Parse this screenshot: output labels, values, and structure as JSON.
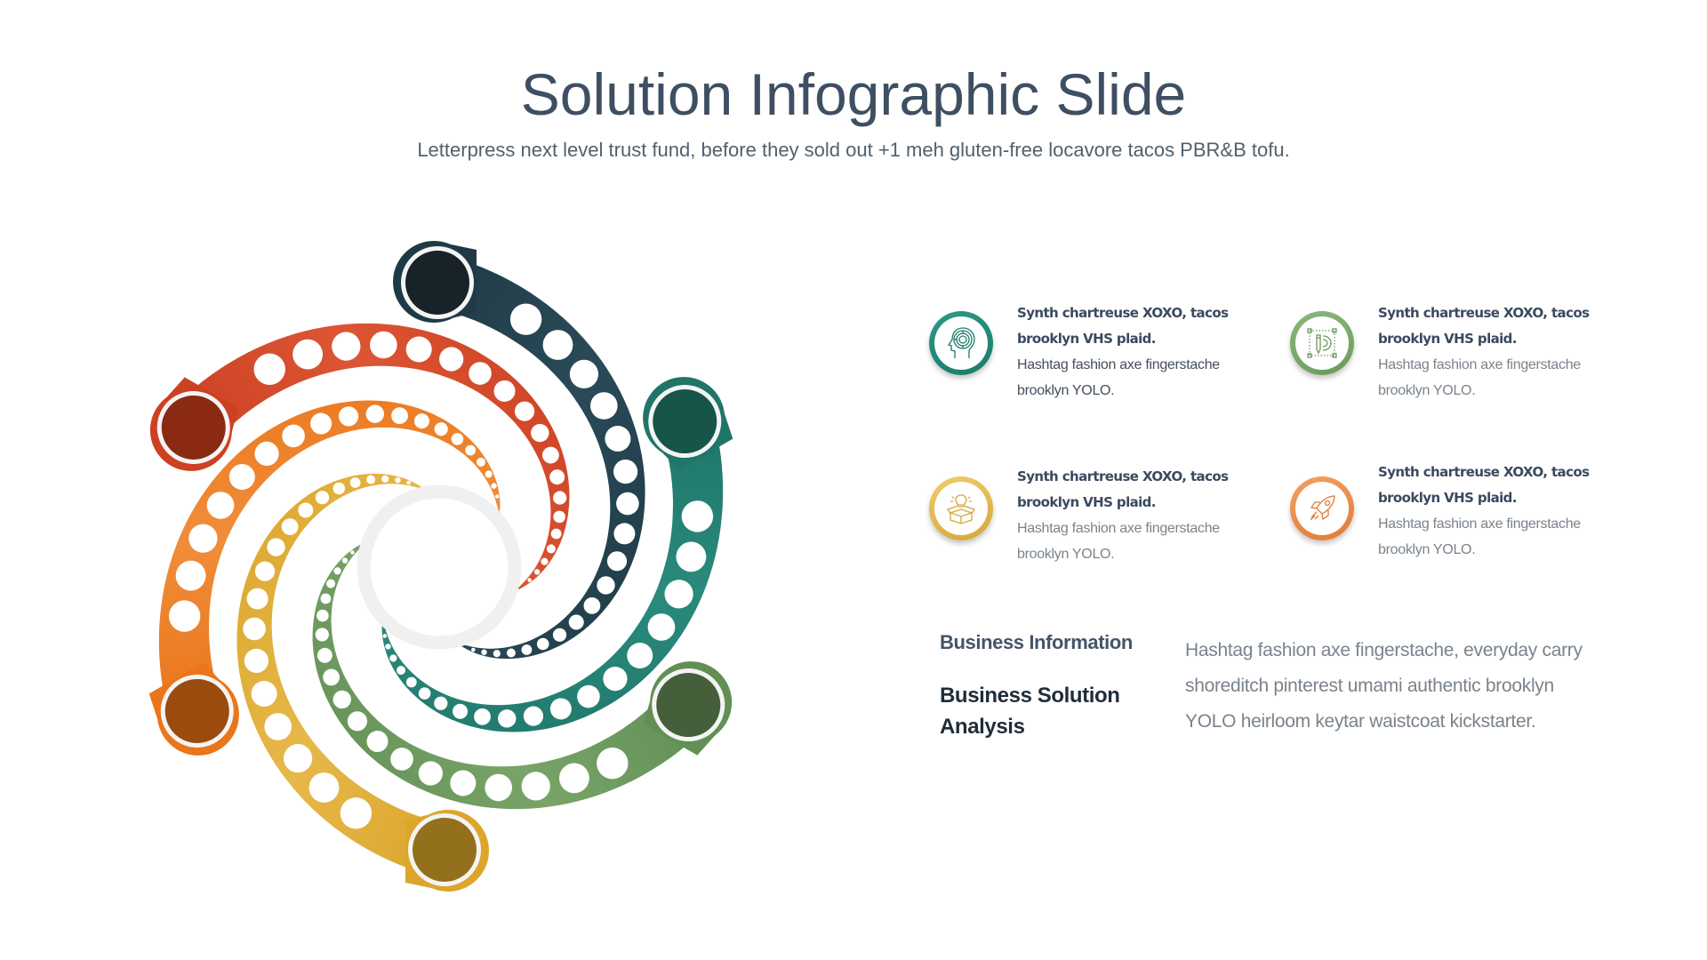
{
  "header": {
    "title": "Solution Infographic Slide",
    "subtitle": "Letterpress next level trust fund, before they sold out +1 meh gluten-free locavore tacos PBR&B tofu."
  },
  "spiral": {
    "center_ring_color": "#f0f0f0",
    "arms": [
      {
        "name": "navy",
        "color": "#1f3a46",
        "color_light": "#2a4a58",
        "cap": "#172229"
      },
      {
        "name": "teal",
        "color": "#1e7568",
        "color_light": "#2a8a7c",
        "cap": "#175548"
      },
      {
        "name": "green",
        "color": "#628f55",
        "color_light": "#78a468",
        "cap": "#455f3a"
      },
      {
        "name": "yellow",
        "color": "#dca52c",
        "color_light": "#e6b84a",
        "cap": "#93701c"
      },
      {
        "name": "orange",
        "color": "#ea751a",
        "color_light": "#f08d3a",
        "cap": "#9b4b0e"
      },
      {
        "name": "red",
        "color": "#cc4122",
        "color_light": "#dc5535",
        "cap": "#8a2a12"
      }
    ]
  },
  "cards": [
    {
      "icon": "brain-maze-icon",
      "color": "#2a9a88",
      "color_dark": "#1c7a6b",
      "title": "Synth chartreuse XOXO, tacos brooklyn VHS plaid.",
      "body": "Hashtag fashion axe fingerstache brooklyn YOLO."
    },
    {
      "icon": "design-pencil-gear-icon",
      "color": "#8ab87c",
      "color_dark": "#6a9a5c",
      "title": "Synth chartreuse XOXO, tacos brooklyn VHS plaid.",
      "body": "Hashtag fashion axe fingerstache brooklyn YOLO."
    },
    {
      "icon": "lightbulb-box-icon",
      "color": "#f0cc6a",
      "color_dark": "#d4a838",
      "title": "Synth chartreuse XOXO, tacos brooklyn VHS plaid.",
      "body": "Hashtag fashion axe fingerstache brooklyn YOLO."
    },
    {
      "icon": "rocket-icon",
      "color": "#f5a060",
      "color_dark": "#e07c36",
      "title": "Synth chartreuse XOXO, tacos brooklyn VHS plaid.",
      "body": "Hashtag fashion axe fingerstache brooklyn YOLO."
    }
  ],
  "business": {
    "info_label": "Business Information",
    "solution_label": "Business Solution Analysis",
    "description": "Hashtag fashion axe fingerstache, everyday carry shoreditch pinterest umami authentic brooklyn YOLO heirloom keytar waistcoat kickstarter."
  }
}
